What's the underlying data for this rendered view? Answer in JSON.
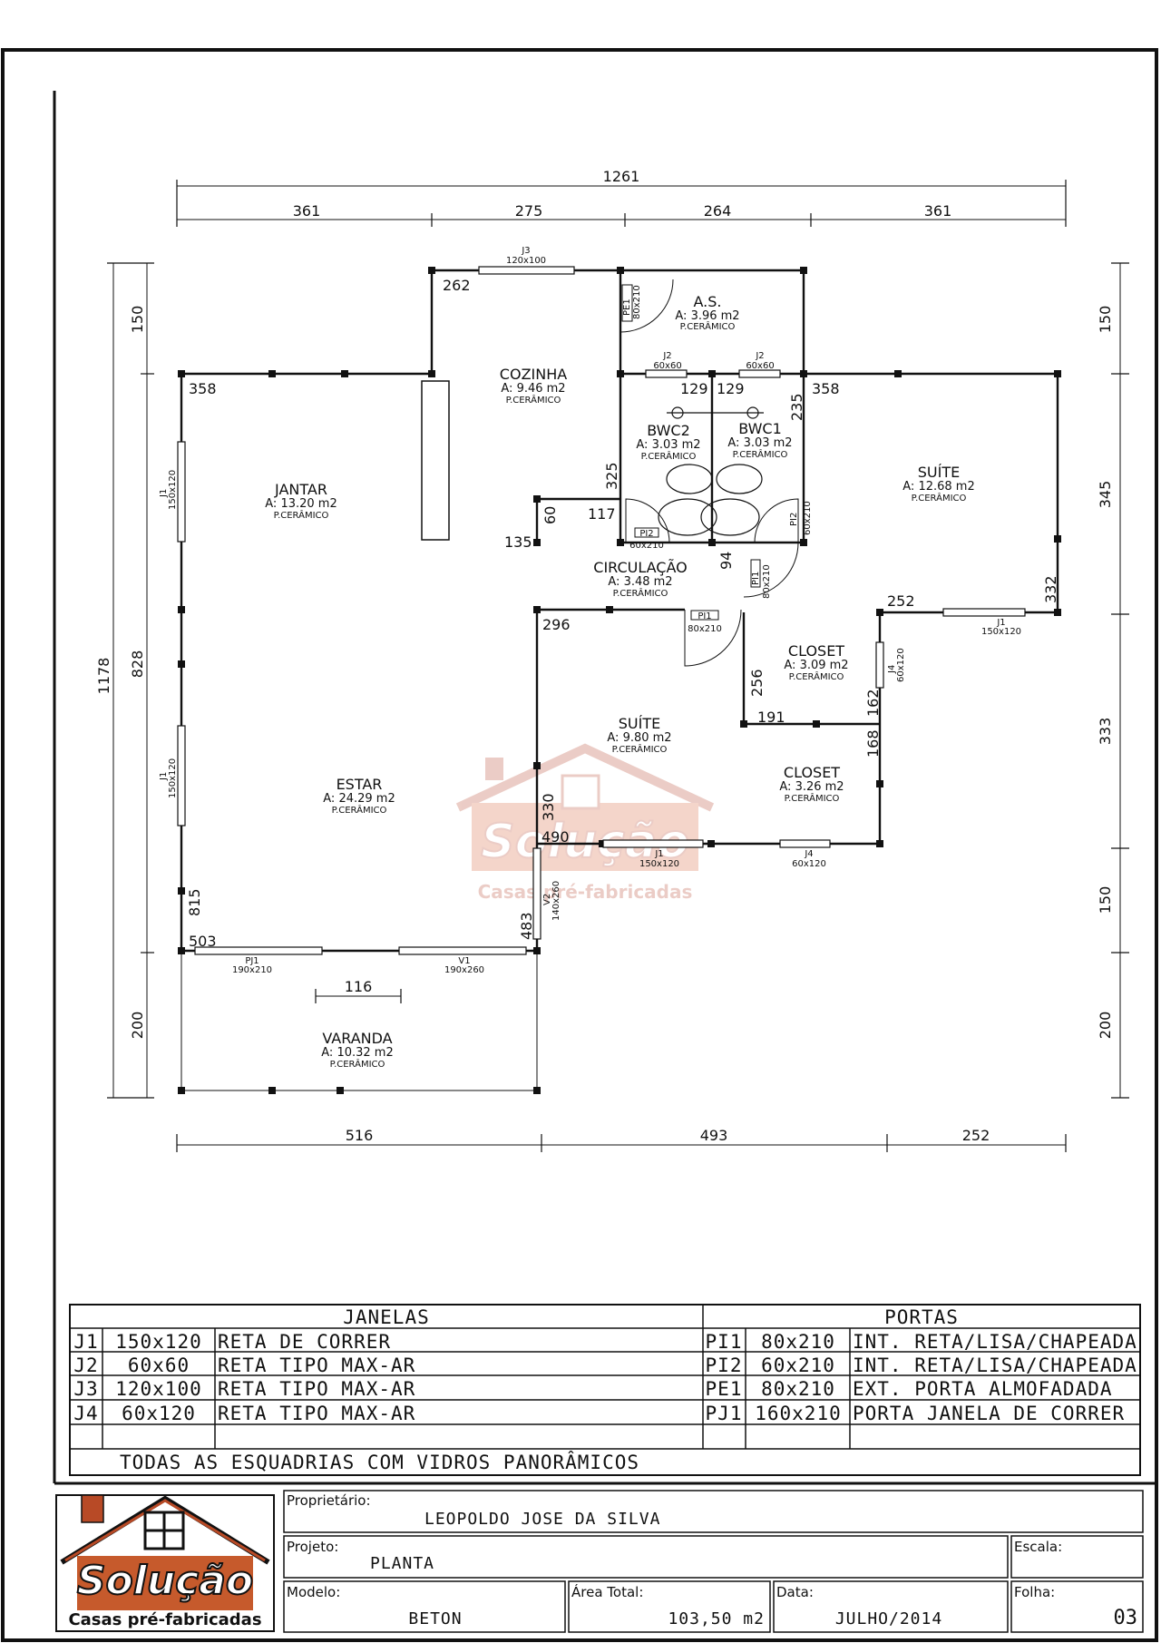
{
  "dimensions": {
    "top_total": "1261",
    "top": [
      "361",
      "275",
      "264",
      "361"
    ],
    "bottom": [
      "516",
      "493",
      "252"
    ],
    "left_total": "1178",
    "left": [
      "150",
      "828",
      "200"
    ],
    "right": [
      "150",
      "345",
      "333",
      "150",
      "200"
    ],
    "interior": {
      "d262": "262",
      "d358a": "358",
      "d358b": "358",
      "d129a": "129",
      "d129b": "129",
      "d235": "235",
      "d325": "325",
      "d117": "117",
      "d60": "60",
      "d135": "135",
      "d94": "94",
      "d296": "296",
      "d252": "252",
      "d332": "332",
      "d256": "256",
      "d191": "191",
      "d162": "162",
      "d168": "168",
      "d330": "330",
      "d490": "490",
      "d815": "815",
      "d503": "503",
      "d483": "483",
      "d116": "116"
    }
  },
  "rooms": [
    {
      "id": "as",
      "name": "A.S.",
      "area": "A:  3.96  m2",
      "floor": "P.CERÂMICO"
    },
    {
      "id": "cozinha",
      "name": "COZINHA",
      "area": "A:  9.46  m2",
      "floor": "P.CERÂMICO"
    },
    {
      "id": "bwc2",
      "name": "BWC2",
      "area": "A:  3.03  m2",
      "floor": "P.CERÂMICO"
    },
    {
      "id": "bwc1",
      "name": "BWC1",
      "area": "A:  3.03  m2",
      "floor": "P.CERÂMICO"
    },
    {
      "id": "jantar",
      "name": "JANTAR",
      "area": "A:  13.20  m2",
      "floor": "P.CERÂMICO"
    },
    {
      "id": "suite1",
      "name": "SUÍTE",
      "area": "A:  12.68  m2",
      "floor": "P.CERÂMICO"
    },
    {
      "id": "circulacao",
      "name": "CIRCULAÇÃO",
      "area": "A:  3.48  m2",
      "floor": "P.CERÂMICO"
    },
    {
      "id": "closet1",
      "name": "CLOSET",
      "area": "A:  3.09  m2",
      "floor": "P.CERÂMICO"
    },
    {
      "id": "suite2",
      "name": "SUÍTE",
      "area": "A:  9.80  m2",
      "floor": "P.CERÂMICO"
    },
    {
      "id": "closet2",
      "name": "CLOSET",
      "area": "A:  3.26  m2",
      "floor": "P.CERÂMICO"
    },
    {
      "id": "estar",
      "name": "ESTAR",
      "area": "A:  24.29  m2",
      "floor": "P.CERÂMICO"
    },
    {
      "id": "varanda",
      "name": "VARANDA",
      "area": "A:  10.32  m2",
      "floor": "P.CERÂMICO"
    }
  ],
  "openings": {
    "j3_top": {
      "code": "J3",
      "size": "120x100"
    },
    "pe1": {
      "code": "PE1",
      "size": "80x210"
    },
    "j2a": {
      "code": "J2",
      "size": "60x60"
    },
    "j2b": {
      "code": "J2",
      "size": "60x60"
    },
    "j1_left1": {
      "code": "J1",
      "size": "150x120"
    },
    "j1_left2": {
      "code": "J1",
      "size": "150x120"
    },
    "pi2a": {
      "code": "PI2",
      "size": "60x210"
    },
    "pi2b": {
      "code": "PI2",
      "size": "60x210"
    },
    "pi1a": {
      "code": "PI1",
      "size": "80x210"
    },
    "pi1b": {
      "code": "PI1",
      "size": "80x210"
    },
    "j1_right": {
      "code": "J1",
      "size": "150x120"
    },
    "j4_side": {
      "code": "J4",
      "size": "60x120"
    },
    "j1_bottom": {
      "code": "J1",
      "size": "150x120"
    },
    "j4_bottom": {
      "code": "J4",
      "size": "60x120"
    },
    "v2": {
      "code": "V2",
      "size": "140x260"
    },
    "pj1": {
      "code": "PJ1",
      "size": "190x210"
    },
    "v1": {
      "code": "V1",
      "size": "190x260"
    }
  },
  "watermark": {
    "brand": "Solução",
    "tagline": "Casas pré-fabricadas"
  },
  "schedule": {
    "janelas_title": "JANELAS",
    "portas_title": "PORTAS",
    "janelas": [
      {
        "code": "J1",
        "size": "150x120",
        "desc": "RETA DE CORRER"
      },
      {
        "code": "J2",
        "size": "60x60",
        "desc": "RETA TIPO MAX-AR"
      },
      {
        "code": "J3",
        "size": "120x100",
        "desc": "RETA TIPO MAX-AR"
      },
      {
        "code": "J4",
        "size": "60x120",
        "desc": "RETA TIPO MAX-AR"
      }
    ],
    "portas": [
      {
        "code": "PI1",
        "size": "80x210",
        "desc": "INT. RETA/LISA/CHAPEADA"
      },
      {
        "code": "PI2",
        "size": "60x210",
        "desc": "INT. RETA/LISA/CHAPEADA"
      },
      {
        "code": "PE1",
        "size": "80x210",
        "desc": "EXT. PORTA ALMOFADADA"
      },
      {
        "code": "PJ1",
        "size": "160x210",
        "desc": "PORTA JANELA DE CORRER"
      }
    ],
    "note": "TODAS AS ESQUADRIAS COM VIDROS PANORÂMICOS"
  },
  "title_block": {
    "logo_brand": "Solução",
    "logo_tagline": "Casas pré-fabricadas",
    "proprietario_label": "Proprietário:",
    "proprietario": "LEOPOLDO JOSE DA SILVA",
    "projeto_label": "Projeto:",
    "projeto": "PLANTA",
    "escala_label": "Escala:",
    "escala": "",
    "modelo_label": "Modelo:",
    "modelo": "BETON",
    "area_label": "Área Total:",
    "area": "103,50  m2",
    "data_label": "Data:",
    "data": "JULHO/2014",
    "folha_label": "Folha:",
    "folha": "03"
  }
}
